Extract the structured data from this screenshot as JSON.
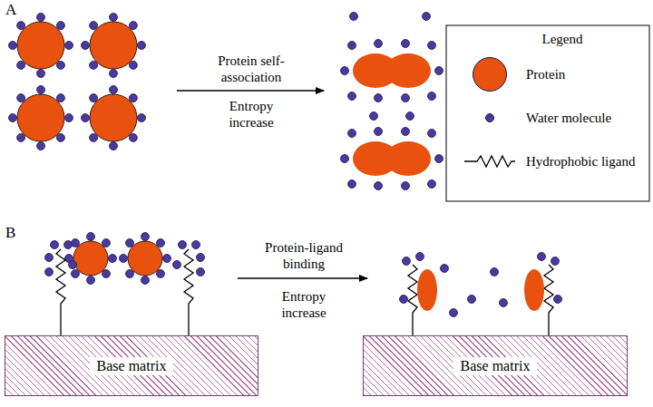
{
  "diagram": {
    "nodes": [
      {
        "text": [
          "Base matrix"
        ]
      },
      {
        "text": [
          "Base matrix"
        ]
      }
    ],
    "labels": [
      "A",
      "Protein self-association",
      "Entropy increase",
      "Legend",
      "B",
      "Protein-ligand binding",
      "Entropy increase"
    ],
    "legend": [
      {
        "text": "Protein",
        "color": "#e8520e"
      },
      {
        "text": "Water molecule",
        "color": "#4b3a9c"
      },
      {
        "text": "Hydrophobic ligand"
      }
    ]
  }
}
